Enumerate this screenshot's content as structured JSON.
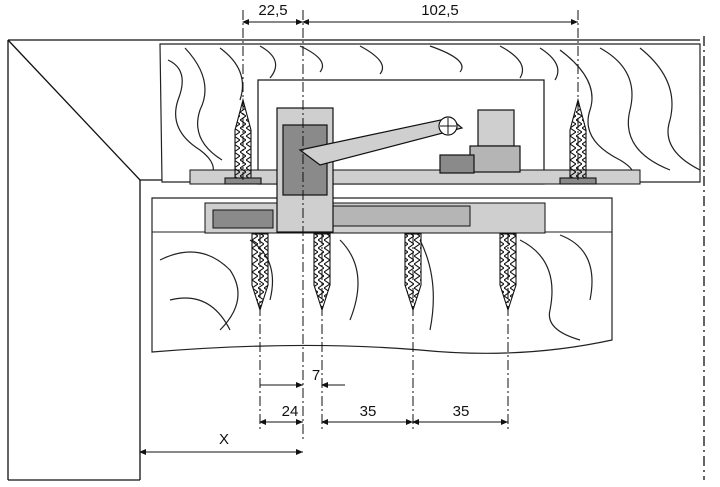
{
  "dimensions": {
    "top_left": "22,5",
    "top_right": "102,5",
    "offset": "7",
    "spacing_first": "24",
    "spacing_second": "35",
    "spacing_third": "35",
    "variable": "X"
  },
  "colors": {
    "line": "#1a1a1a",
    "gray_part": "#cfcfcf",
    "dark_part": "#8a8a8a",
    "wood_hatch": "#222222"
  }
}
